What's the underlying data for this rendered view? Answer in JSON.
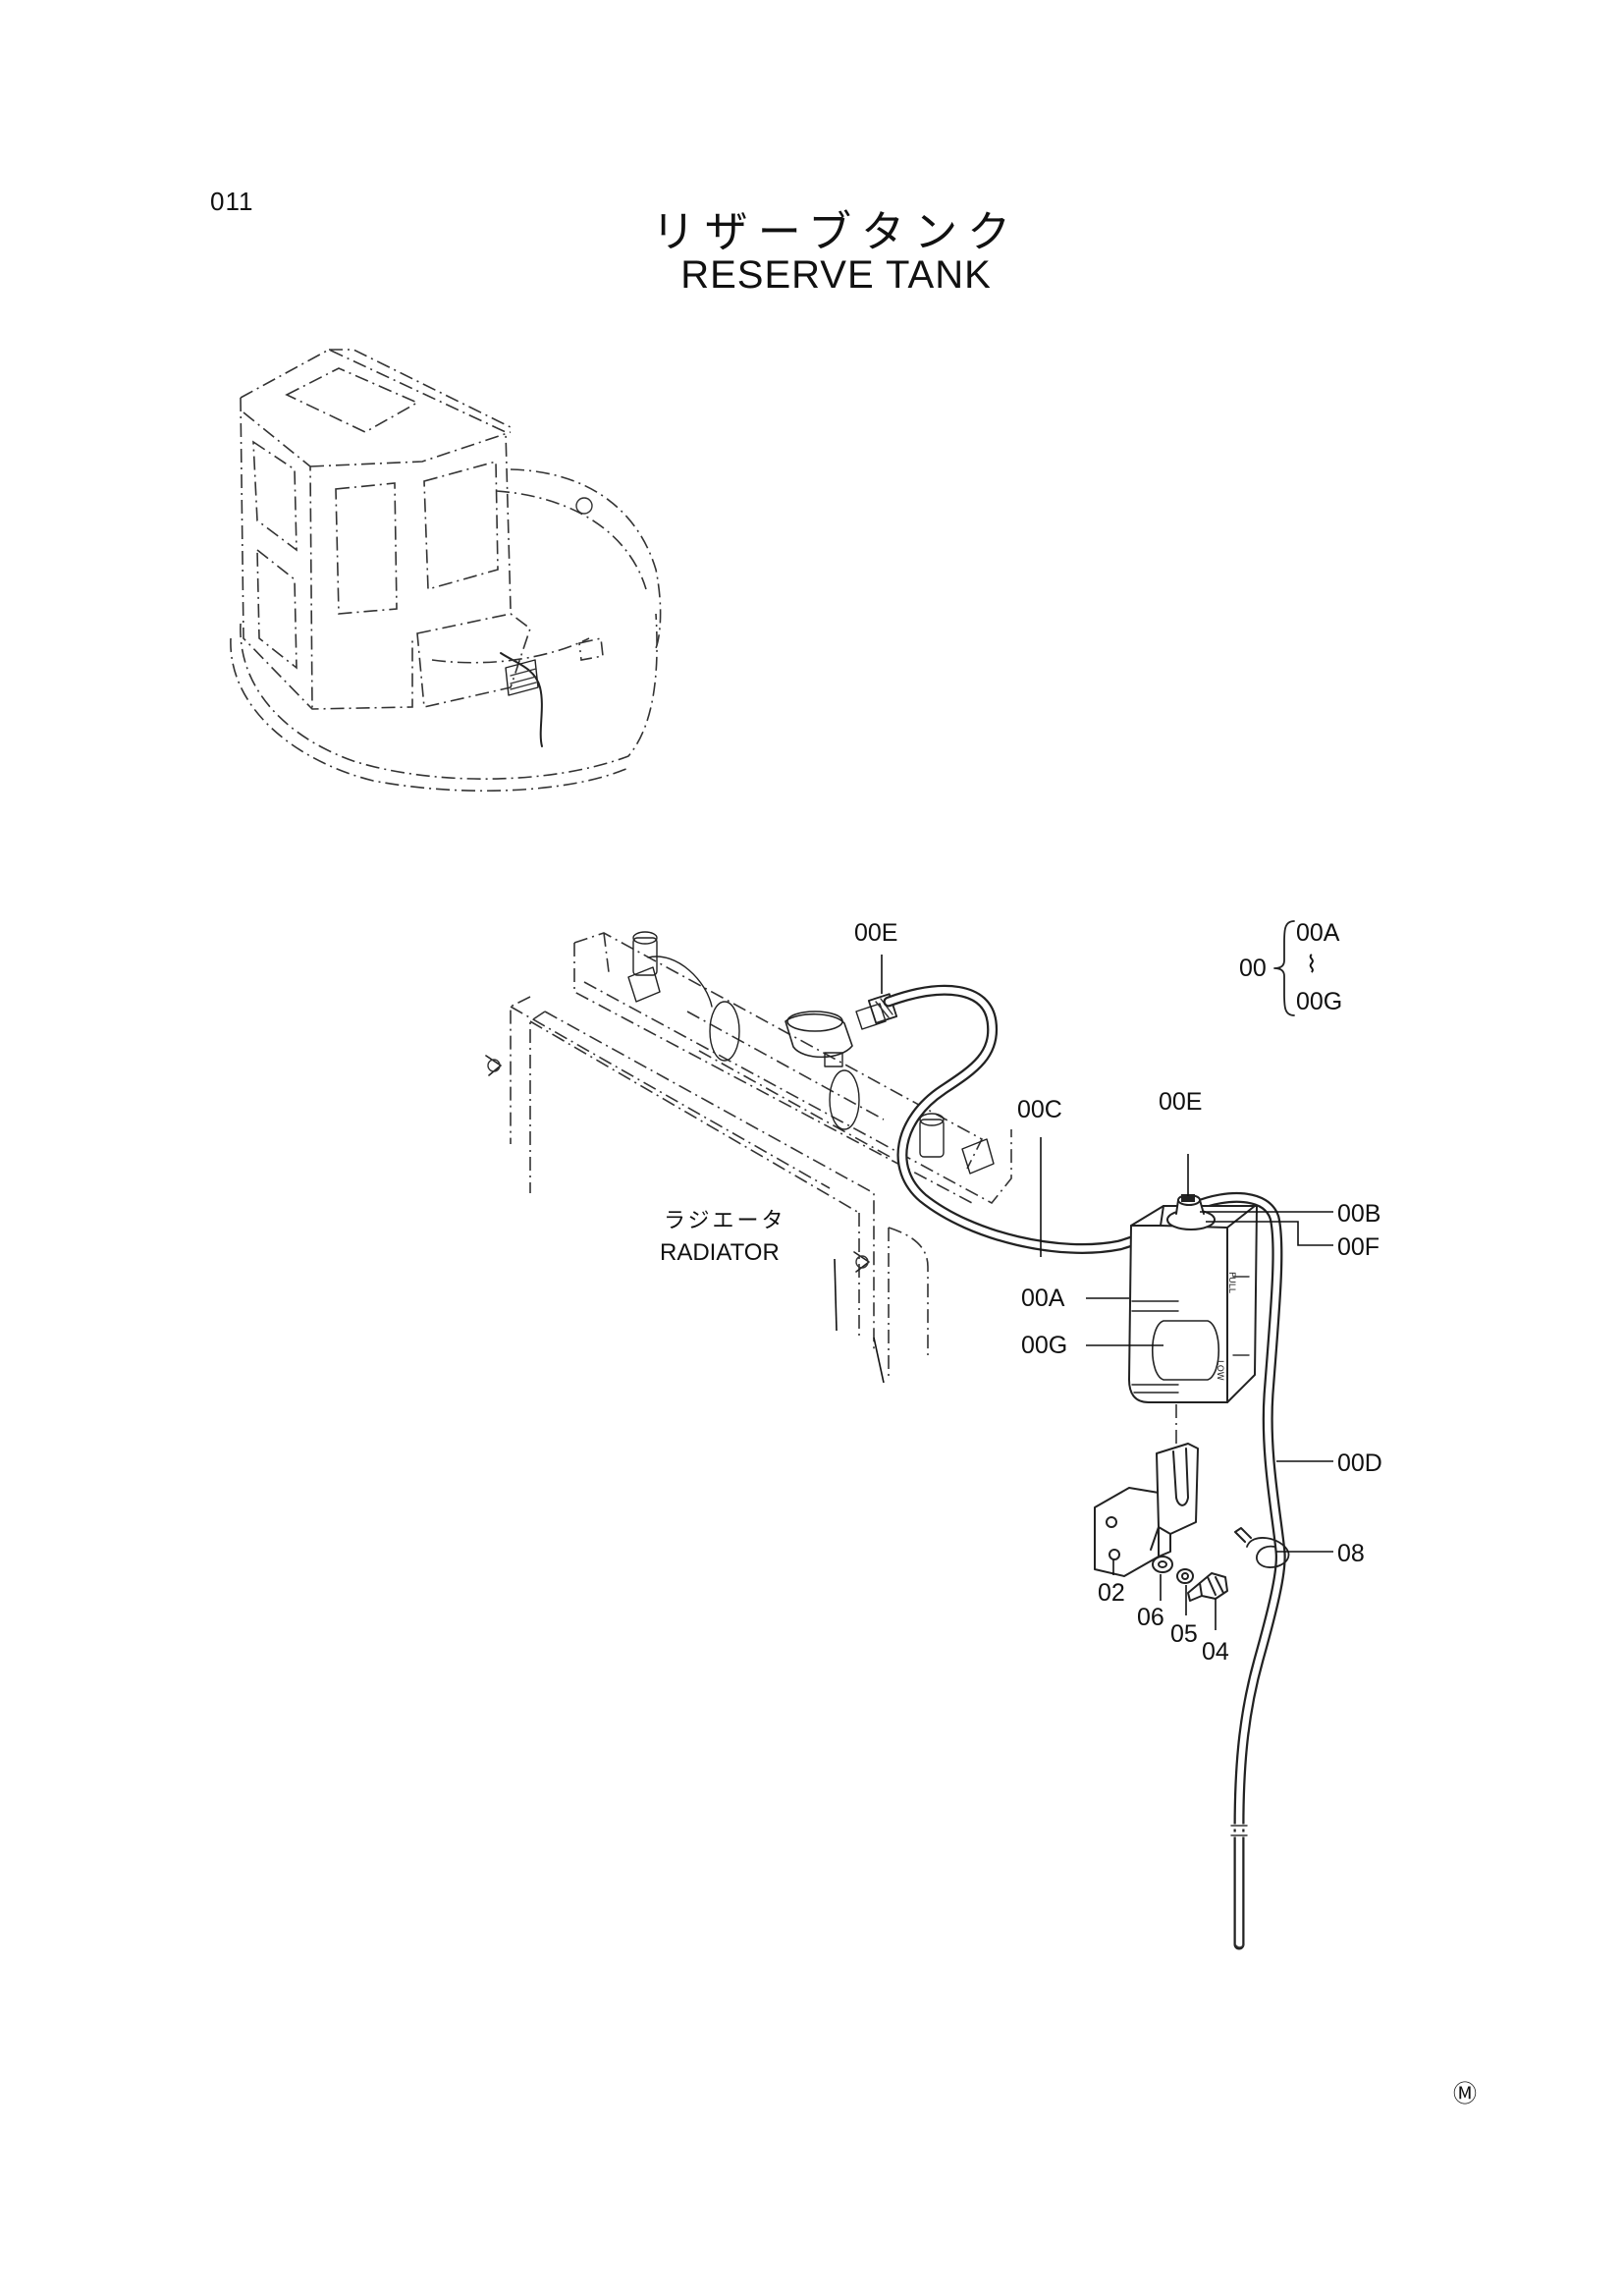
{
  "page": {
    "number": "011",
    "title_ja": "リザーブタンク",
    "title_en": "RESERVE TANK"
  },
  "radiator_label": {
    "ja": "ラジエータ",
    "en": "RADIATOR"
  },
  "group": {
    "parent": "00",
    "first": "00A",
    "range_mark": "⌇",
    "last": "00G"
  },
  "callouts": {
    "e_top": "00E",
    "e_tank": "00E",
    "c": "00C",
    "b": "00B",
    "f": "00F",
    "a": "00A",
    "g": "00G",
    "d": "00D",
    "p08": "08",
    "p02": "02",
    "p06": "06",
    "p05": "05",
    "p04": "04"
  },
  "tank_marks": {
    "full": "FULL",
    "low": "LOW"
  },
  "footer_mark": "Ⓜ"
}
